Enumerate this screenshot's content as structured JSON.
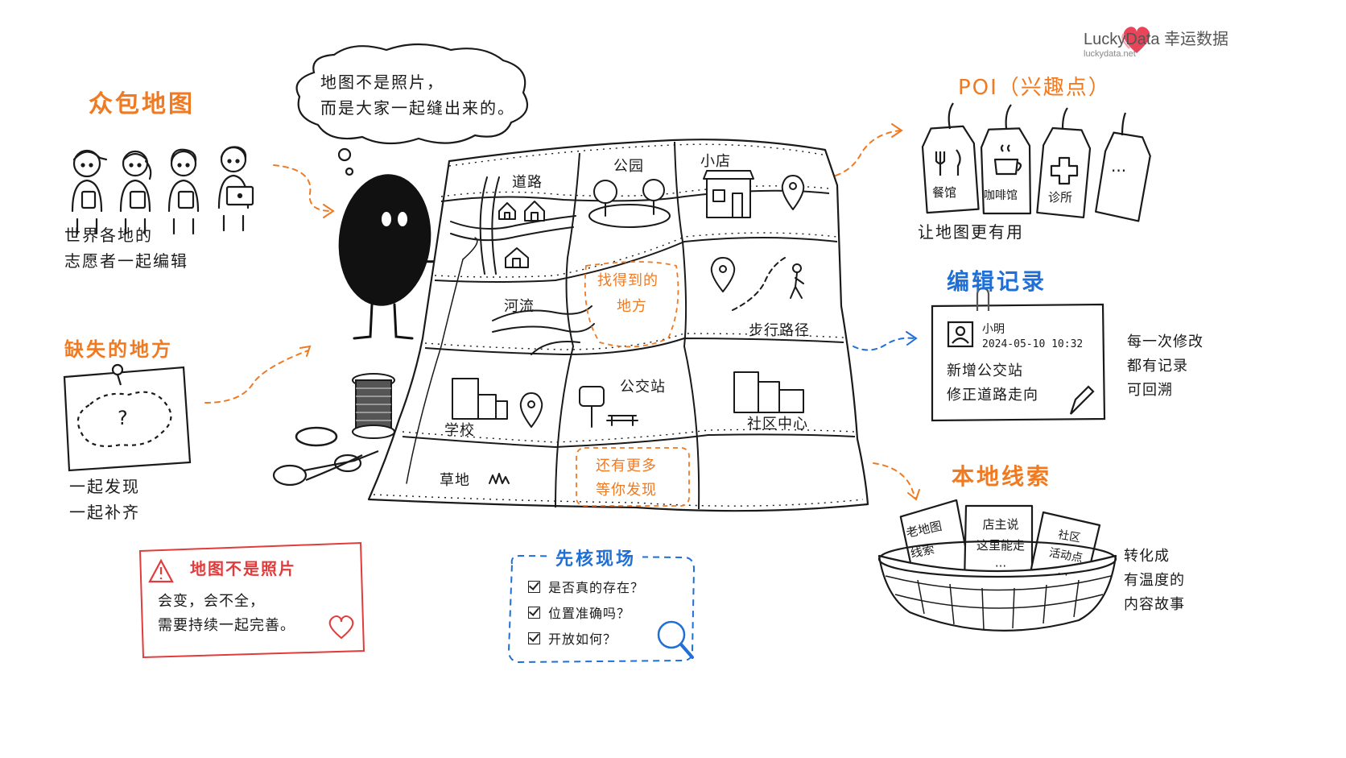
{
  "brand": {
    "name": "LuckyData 幸运数据",
    "url": "luckydata.net",
    "color": "#e8455a"
  },
  "crowd": {
    "title": "众包地图",
    "line1": "世界各地的",
    "line2": "志愿者一起编辑"
  },
  "bubble": {
    "line1": "地图不是照片，",
    "line2": "而是大家一起缝出来的。"
  },
  "missing": {
    "title": "缺失的地方",
    "line1": "一起发现",
    "line2": "一起补齐",
    "mark": "?"
  },
  "warning": {
    "title": "地图不是照片",
    "line1": "会变，会不全，",
    "line2": "需要持续一起完善。"
  },
  "map_labels": {
    "road": "道路",
    "park": "公园",
    "shop": "小店",
    "river": "河流",
    "found_1": "找得到的",
    "found_2": "地方",
    "walk": "步行路径",
    "school": "学校",
    "bus": "公交站",
    "community": "社区中心",
    "grass": "草地",
    "more_1": "还有更多",
    "more_2": "等你发现"
  },
  "checklist": {
    "title": "先核现场",
    "items": [
      "是否真的存在？",
      "位置准确吗？",
      "开放如何？"
    ]
  },
  "poi": {
    "title": "POI（兴趣点）",
    "tags": [
      "餐馆",
      "咖啡馆",
      "诊所",
      "···"
    ],
    "caption": "让地图更有用"
  },
  "edit_log": {
    "title": "编辑记录",
    "user": "小明",
    "time": "2024-05-10  10:32",
    "line1": "新增公交站",
    "line2": "修正道路走向",
    "note1": "每一次修改",
    "note2": "都有记录",
    "note3": "可回溯"
  },
  "local": {
    "title": "本地线索",
    "card1": [
      "老地图",
      "线索"
    ],
    "card2": [
      "店主说",
      "这里能走",
      "···"
    ],
    "card3": [
      "社区",
      "活动点",
      "···"
    ],
    "note1": "转化成",
    "note2": "有温度的",
    "note3": "内容故事"
  },
  "colors": {
    "orange": "#f07a22",
    "blue": "#1f6fd6",
    "red": "#e23b3b",
    "ink": "#1a1a1a"
  }
}
